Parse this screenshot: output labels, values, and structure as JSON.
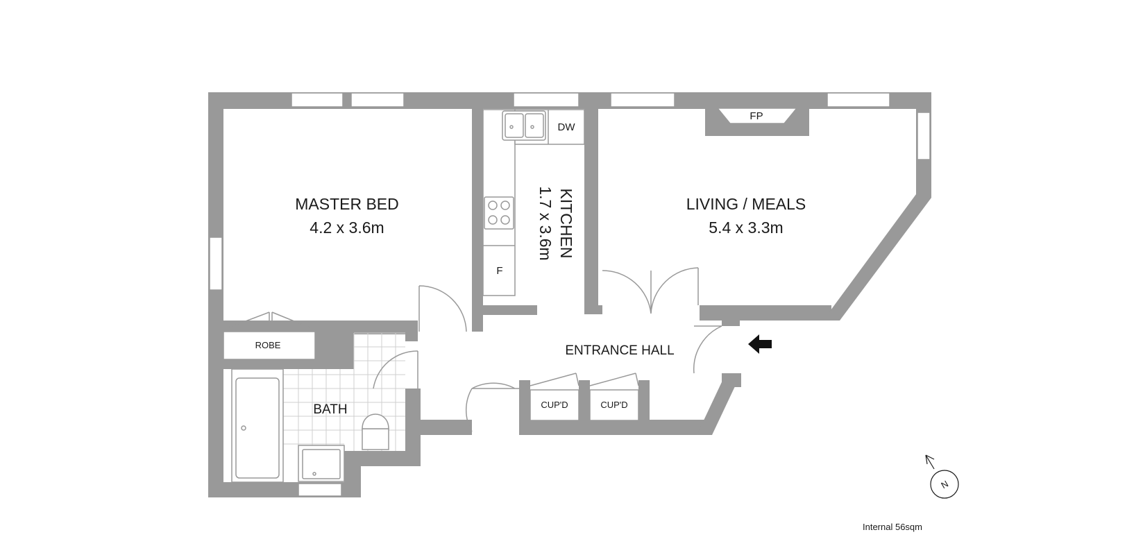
{
  "rooms": {
    "master_bed": {
      "name": "MASTER BED",
      "size": "4.2 x 3.6m"
    },
    "kitchen": {
      "name": "KITCHEN",
      "size": "1.7 x 3.6m"
    },
    "living": {
      "name": "LIVING / MEALS",
      "size": "5.4 x 3.3m"
    },
    "entrance": {
      "name": "ENTRANCE HALL"
    },
    "bath": {
      "name": "BATH"
    },
    "robe": {
      "name": "ROBE"
    },
    "cupd_1": {
      "name": "CUP'D"
    },
    "cupd_2": {
      "name": "CUP'D"
    }
  },
  "fixtures": {
    "dishwasher": "DW",
    "fridge": "F",
    "fireplace": "FP"
  },
  "compass": {
    "label": "N"
  },
  "footer": {
    "area": "Internal 56sqm"
  },
  "colors": {
    "wall": "#999999",
    "text": "#1a1a1a",
    "background": "#ffffff"
  },
  "icons": [
    "entry-arrow-icon",
    "north-compass-icon",
    "sink-icon",
    "cooktop-icon",
    "bathtub-icon",
    "toilet-icon",
    "vanity-basin-icon"
  ]
}
